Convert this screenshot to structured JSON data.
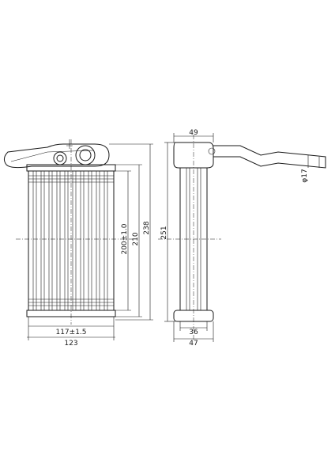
{
  "dimensions": {
    "core_width": "117±1.5",
    "overall_width": "123",
    "core_height": "200±1.0",
    "tank_height": "210",
    "overall_height_front": "238",
    "overall_height_side": "251",
    "side_top_width": "49",
    "pipe_diameter": "φ17",
    "side_core_width": "36",
    "side_overall_width": "47"
  }
}
